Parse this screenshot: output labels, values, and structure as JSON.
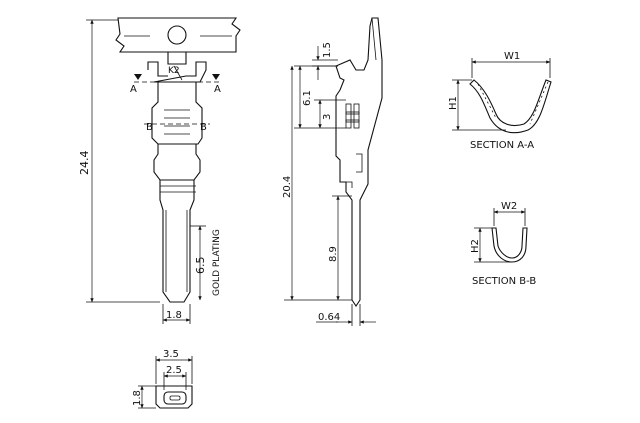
{
  "views": {
    "front": {
      "overall_length": "24.4",
      "plating_length": "6.5",
      "plating_note": "GOLD PLATING",
      "tip_width": "1.8",
      "section_a_mark": "A",
      "section_b_mark": "B",
      "carrier_note": "K2"
    },
    "side": {
      "dim_top": "1.5",
      "dim_6_1": "6.1",
      "dim_3": "3",
      "dim_20_4": "20.4",
      "dim_8_9": "8.9",
      "dim_thickness": "0.64"
    },
    "end": {
      "outer_width": "3.5",
      "inner_width": "2.5",
      "height": "1.8"
    },
    "section_aa": {
      "width_label": "W1",
      "height_label": "H1",
      "caption": "SECTION A-A"
    },
    "section_bb": {
      "width_label": "W2",
      "height_label": "H2",
      "caption": "SECTION B-B"
    }
  },
  "colors": {
    "ink": "#111111",
    "paper": "#ffffff"
  }
}
